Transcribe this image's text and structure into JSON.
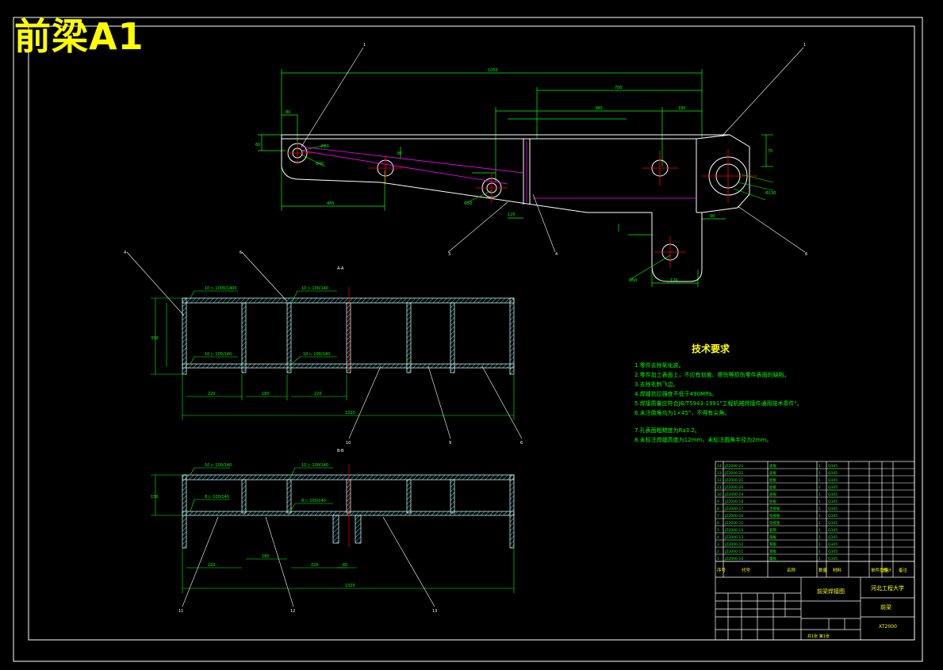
{
  "drawing": {
    "title": "前梁A1",
    "section_labels": [
      "A-A",
      "B-B"
    ]
  },
  "technical_requirements": {
    "heading": "技术要求",
    "items": [
      "1.零件去除氧化皮。",
      "2.零件加工表面上，不应有划痕、擦伤等损伤零件表面的缺陷。",
      "3.去除毛刺飞边。",
      "4.焊缝抗拉强度不低于490MPa。",
      "5.焊接质量应符合JB/T5943-1991\"工程机械焊接件通用技术条件\"。",
      "6.未注倒角均为1×45°，不得有尖角。",
      "7.孔表面粗糙度为Ra3.2。",
      "8.未标注焊缝高度为12mm，未标注圆角半径为2mm。"
    ]
  },
  "title_block": {
    "part_name": "前梁",
    "drawing_title": "前梁焊接图",
    "university": "河北工程大学",
    "drawing_number": "XT2000",
    "sheet": "共1张 第1张",
    "material": "Q345",
    "columns": [
      "序号",
      "代号",
      "名称",
      "数量",
      "材料",
      "单件重量",
      "总计",
      "备注"
    ],
    "parts": [
      [
        "14",
        "JZ2000-23",
        "盖板",
        "1",
        "Q345"
      ],
      [
        "13",
        "JZ2000-22",
        "盖板",
        "1",
        "Q345"
      ],
      [
        "12",
        "JZ2000-21",
        "肋板",
        "1",
        "Q345"
      ],
      [
        "11",
        "JZ2000-20",
        "肋板",
        "1",
        "Q345"
      ],
      [
        "10",
        "JZ2000-19",
        "盖板",
        "1",
        "Q345"
      ],
      [
        "9",
        "JZ2000-18",
        "肋板",
        "1",
        "Q345"
      ],
      [
        "8",
        "JZ2000-17",
        "连接板",
        "1",
        "Q345"
      ],
      [
        "7",
        "JZ2000-16",
        "铰接板",
        "1",
        "Q345"
      ],
      [
        "6",
        "JZ2000-15",
        "铰接座",
        "1",
        "Q345"
      ],
      [
        "5",
        "JZ2000-14",
        "套筒",
        "1",
        "Q345"
      ],
      [
        "4",
        "JZ2000-13",
        "隔板",
        "1",
        "Q345"
      ],
      [
        "3",
        "JZ2000-12",
        "耳板",
        "1",
        "Q345"
      ],
      [
        "2",
        "JZ2000-11",
        "耳板",
        "1",
        "Q345"
      ],
      [
        "1",
        "JZ2000-10",
        "腹板",
        "1",
        "Q345"
      ]
    ]
  },
  "colors": {
    "frame": "#ffffff",
    "geometry": "#ffffff",
    "dimension": "#00ff00",
    "centerline": "#ff0000",
    "hidden": "#ff00ff",
    "title": "#ffff00",
    "hatch": "#00ffff"
  }
}
